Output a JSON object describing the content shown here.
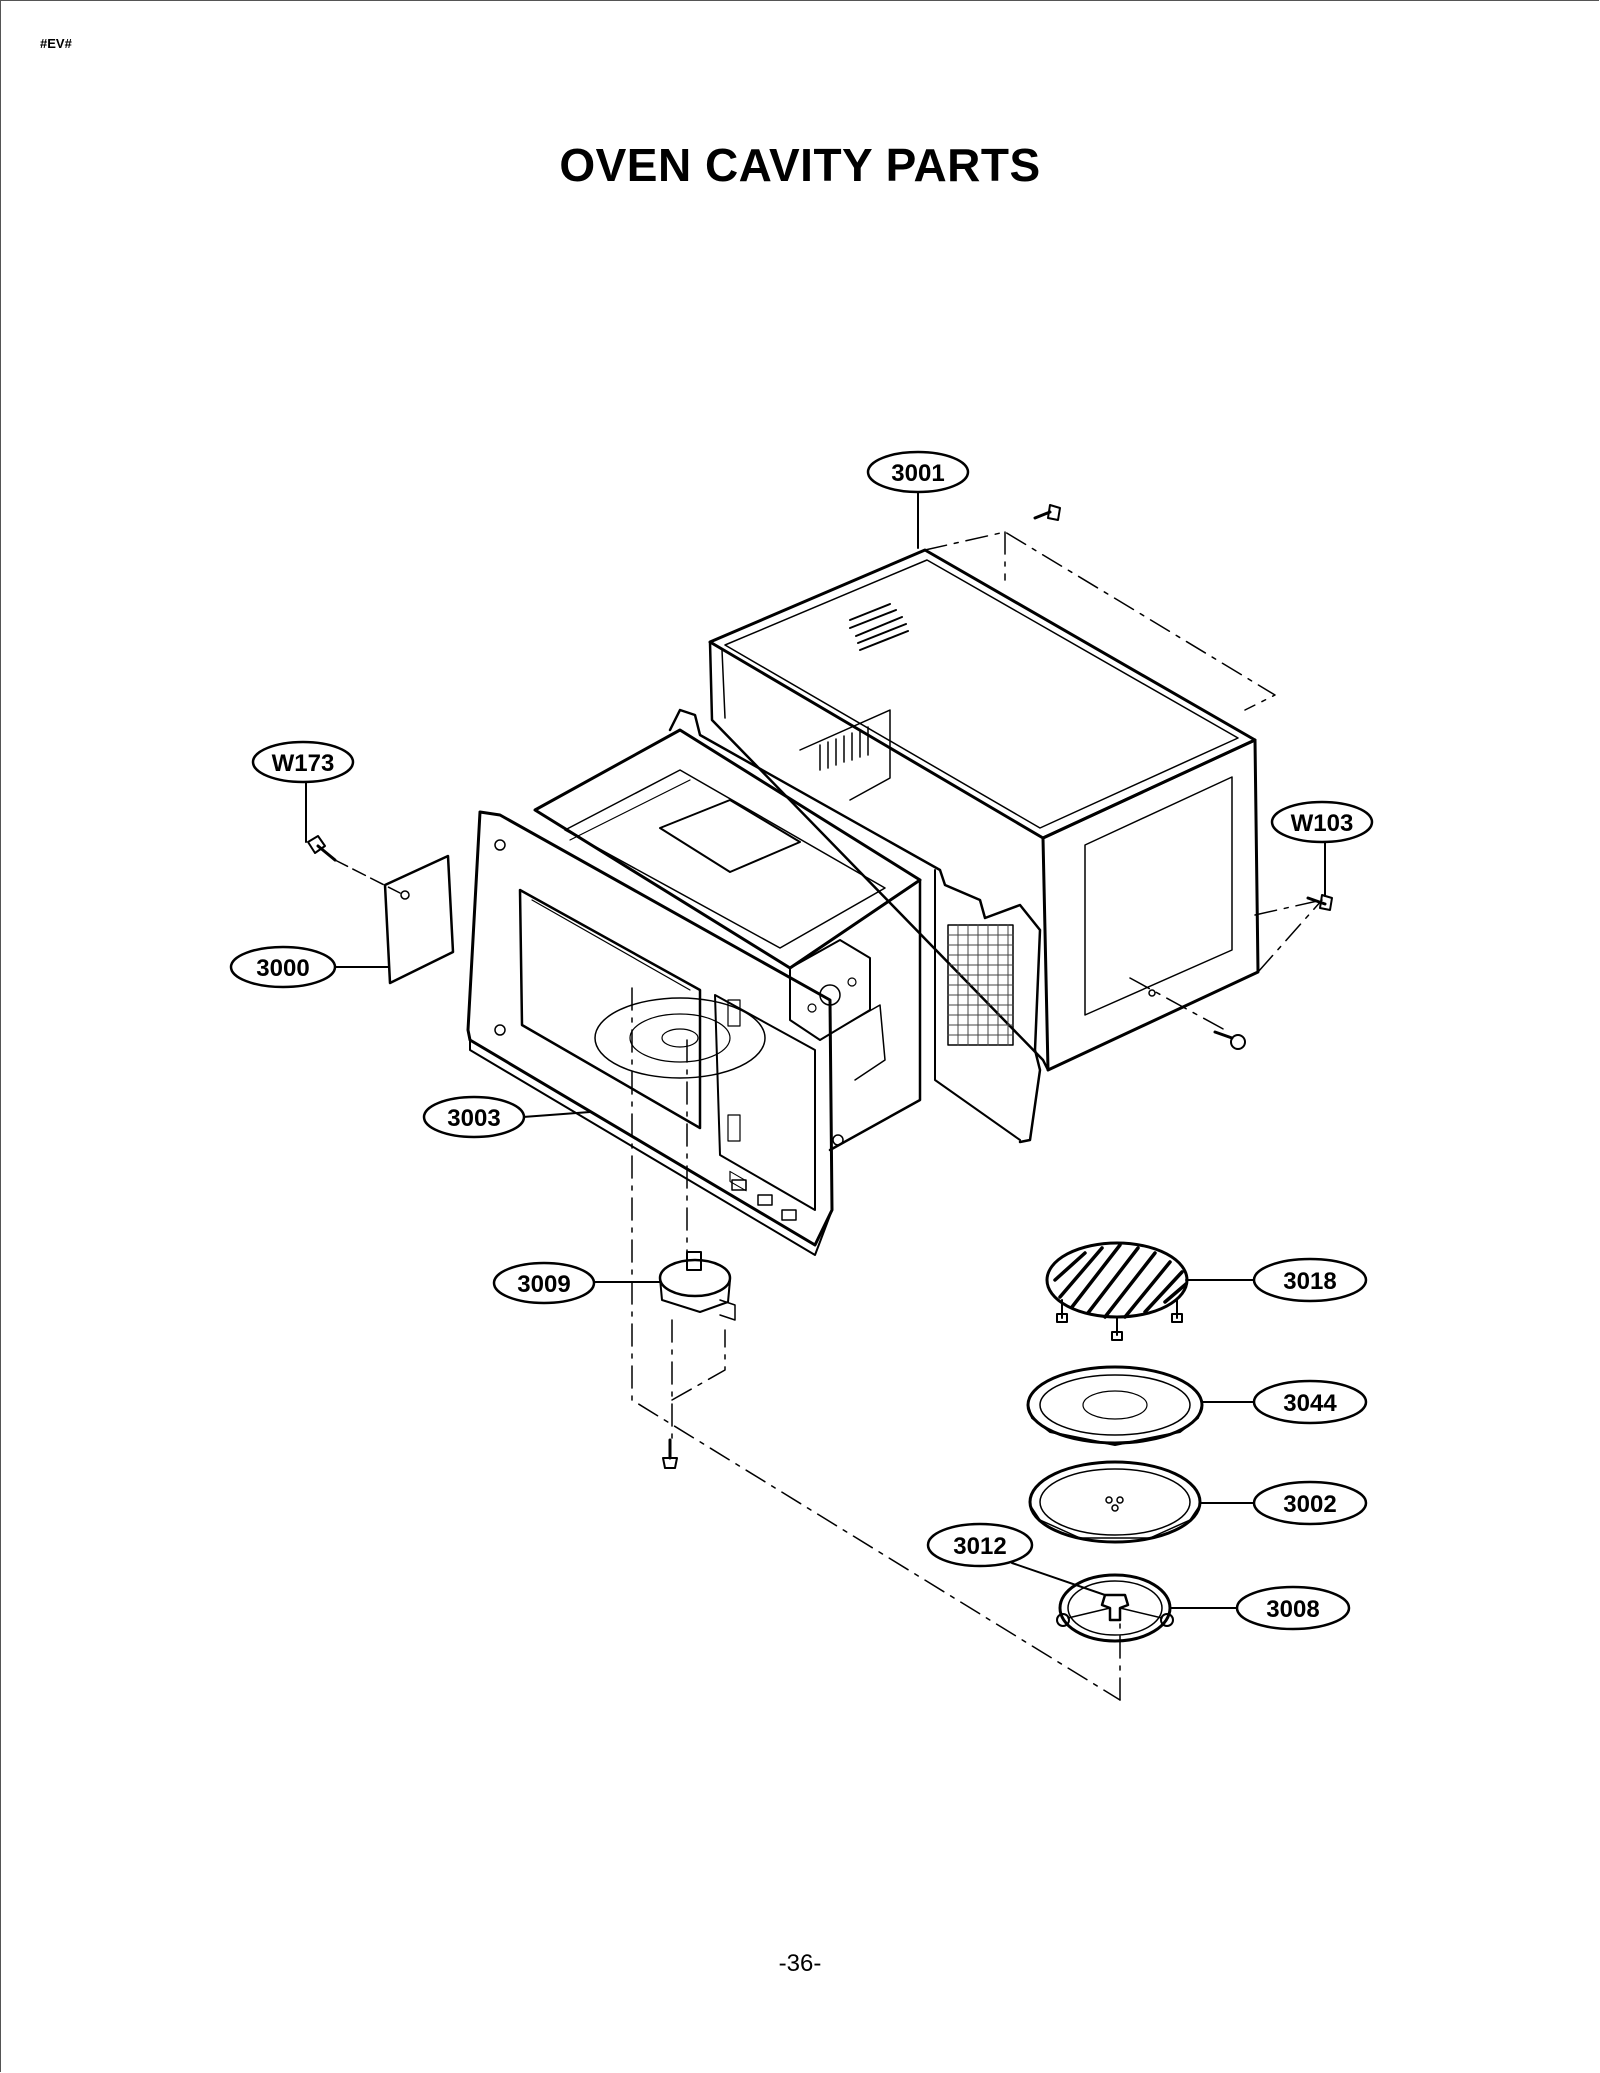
{
  "header": {
    "code": "#EV#"
  },
  "title": "OVEN CAVITY PARTS",
  "footer": {
    "page_number": "-36-"
  },
  "callouts": {
    "c3001": "3001",
    "cW173": "W173",
    "cW103": "W103",
    "c3000": "3000",
    "c3003": "3003",
    "c3009": "3009",
    "c3018": "3018",
    "c3044": "3044",
    "c3002": "3002",
    "c3012": "3012",
    "c3008": "3008"
  }
}
